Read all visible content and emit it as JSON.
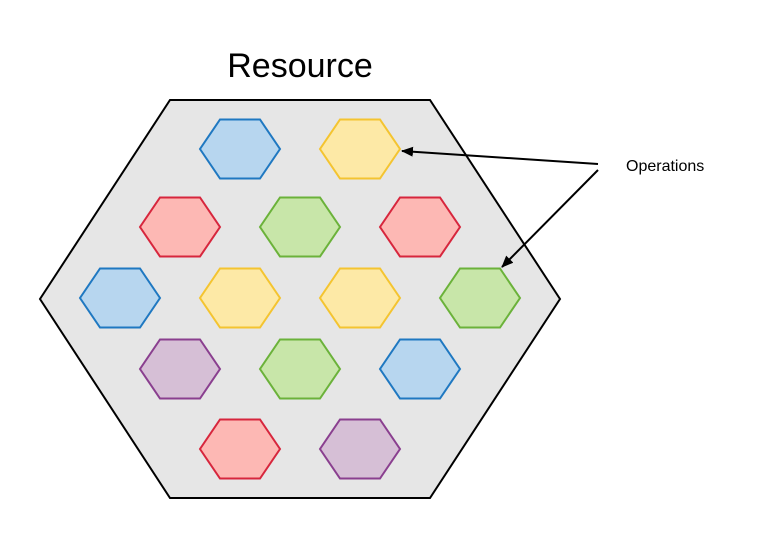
{
  "diagram": {
    "title": "Resource",
    "callout_label": "Operations",
    "container": {
      "fill": "#e6e6e6",
      "stroke": "#000000"
    },
    "palette": {
      "blue": {
        "fill": "#b7d6ef",
        "stroke": "#1f78c1"
      },
      "yellow": {
        "fill": "#fde9a6",
        "stroke": "#f4c430"
      },
      "red": {
        "fill": "#fdb8b4",
        "stroke": "#d7263d"
      },
      "green": {
        "fill": "#c8e6a9",
        "stroke": "#6bb23a"
      },
      "purple": {
        "fill": "#d6bfd6",
        "stroke": "#8a3f8f"
      }
    },
    "operations": [
      {
        "color": "blue"
      },
      {
        "color": "yellow"
      },
      {
        "color": "red"
      },
      {
        "color": "green"
      },
      {
        "color": "red"
      },
      {
        "color": "blue"
      },
      {
        "color": "yellow"
      },
      {
        "color": "yellow"
      },
      {
        "color": "green"
      },
      {
        "color": "purple"
      },
      {
        "color": "green"
      },
      {
        "color": "blue"
      },
      {
        "color": "red"
      },
      {
        "color": "purple"
      }
    ]
  }
}
